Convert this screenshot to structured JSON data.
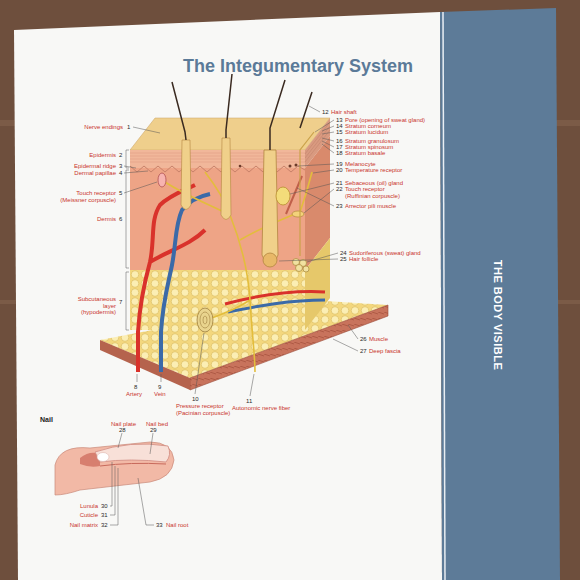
{
  "diagram": {
    "title": "The Integumentary System",
    "labels": [
      "THE BODY VISIBLE",
      "Nerve endings",
      "1",
      "Epidermis",
      "2",
      "Epidermal ridge",
      "3",
      "Dermal papillae",
      "4",
      "Touch receptor (Meissner corpuscle)",
      "5",
      "Dermis",
      "6",
      "Subcutaneous layer (hypodermis)",
      "7",
      "8",
      "Artery",
      "9",
      "Vein",
      "10",
      "Pressure receptor (Pacinian corpuscle)",
      "11",
      "Autonomic nerve fiber",
      "12",
      "Hair shaft",
      "13",
      "Pore (opening of sweat gland)",
      "14",
      "Stratum corneum",
      "15",
      "Stratum lucidum",
      "16",
      "Stratum granulosum",
      "17",
      "Stratum spinosum",
      "18",
      "Stratum basale",
      "19",
      "Melanocyte",
      "20",
      "Temperature receptor",
      "21",
      "Sebaceous (oil) gland",
      "22",
      "Touch receptor (Ruffinian corpuscle)",
      "23",
      "Arrector pili muscle",
      "24",
      "Sudoriferous (sweat) gland",
      "25",
      "Hair follicle",
      "26",
      "Muscle",
      "27",
      "Deep fascia",
      "Nail",
      "Nail plate",
      "28",
      "Nail bed",
      "29",
      "Lunula",
      "30",
      "Cuticle",
      "31",
      "Nail matrix",
      "32",
      "33",
      "Nail root"
    ]
  }
}
